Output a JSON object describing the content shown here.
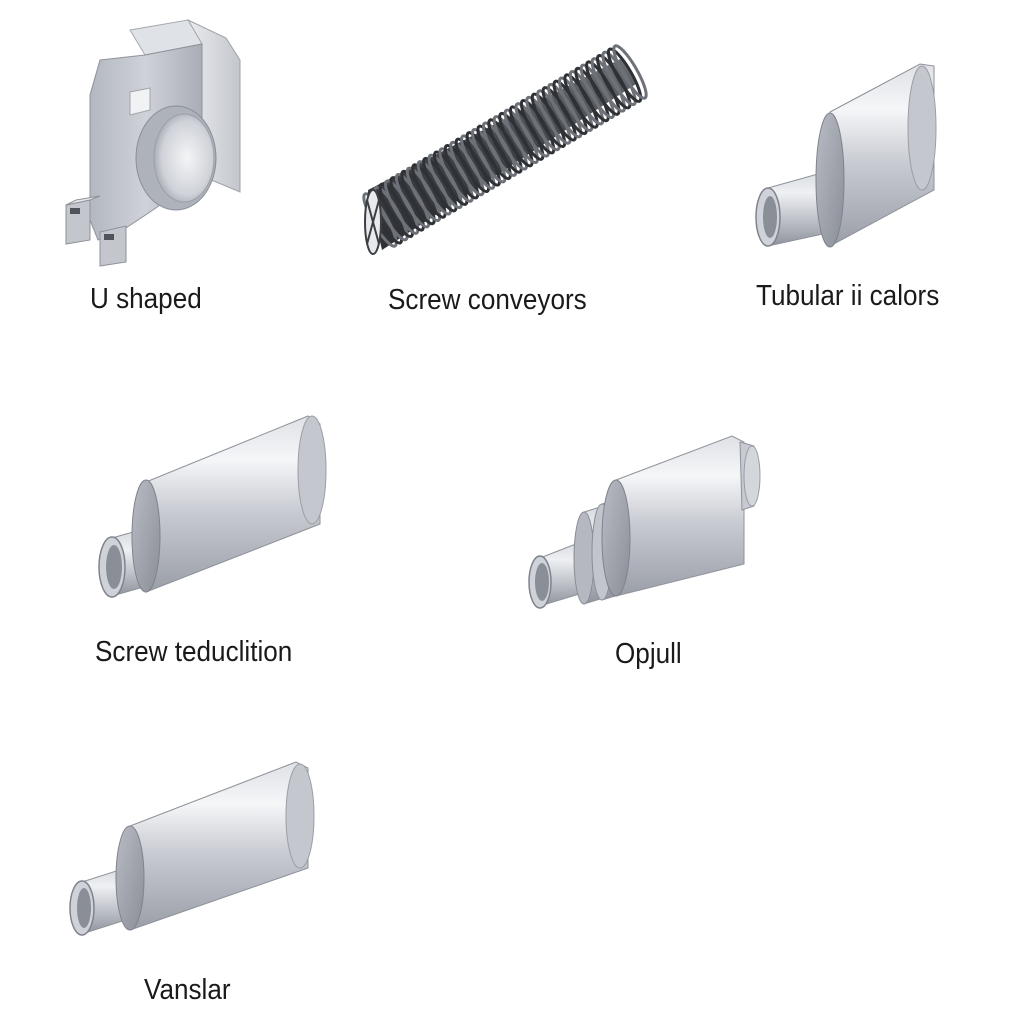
{
  "items": [
    {
      "label": "U shaped",
      "icon": "u-shaped-trough-icon"
    },
    {
      "label": "Screw conveyors",
      "icon": "screw-spiral-icon"
    },
    {
      "label": "Tubular ii calors",
      "icon": "tubular-cylinder-icon"
    },
    {
      "label": "Screw teduclition",
      "icon": "stepped-cylinder-icon"
    },
    {
      "label": "Opjull",
      "icon": "multi-step-cylinder-icon"
    },
    {
      "label": "Vanslar",
      "icon": "stepped-cylinder-icon"
    }
  ],
  "colors": {
    "background": "#ffffff",
    "metal_light": "#f2f3f6",
    "metal_mid": "#c9ccd3",
    "metal_dark": "#8c9099",
    "spiral": "#4a4d52",
    "text": "#1a1a1a"
  }
}
